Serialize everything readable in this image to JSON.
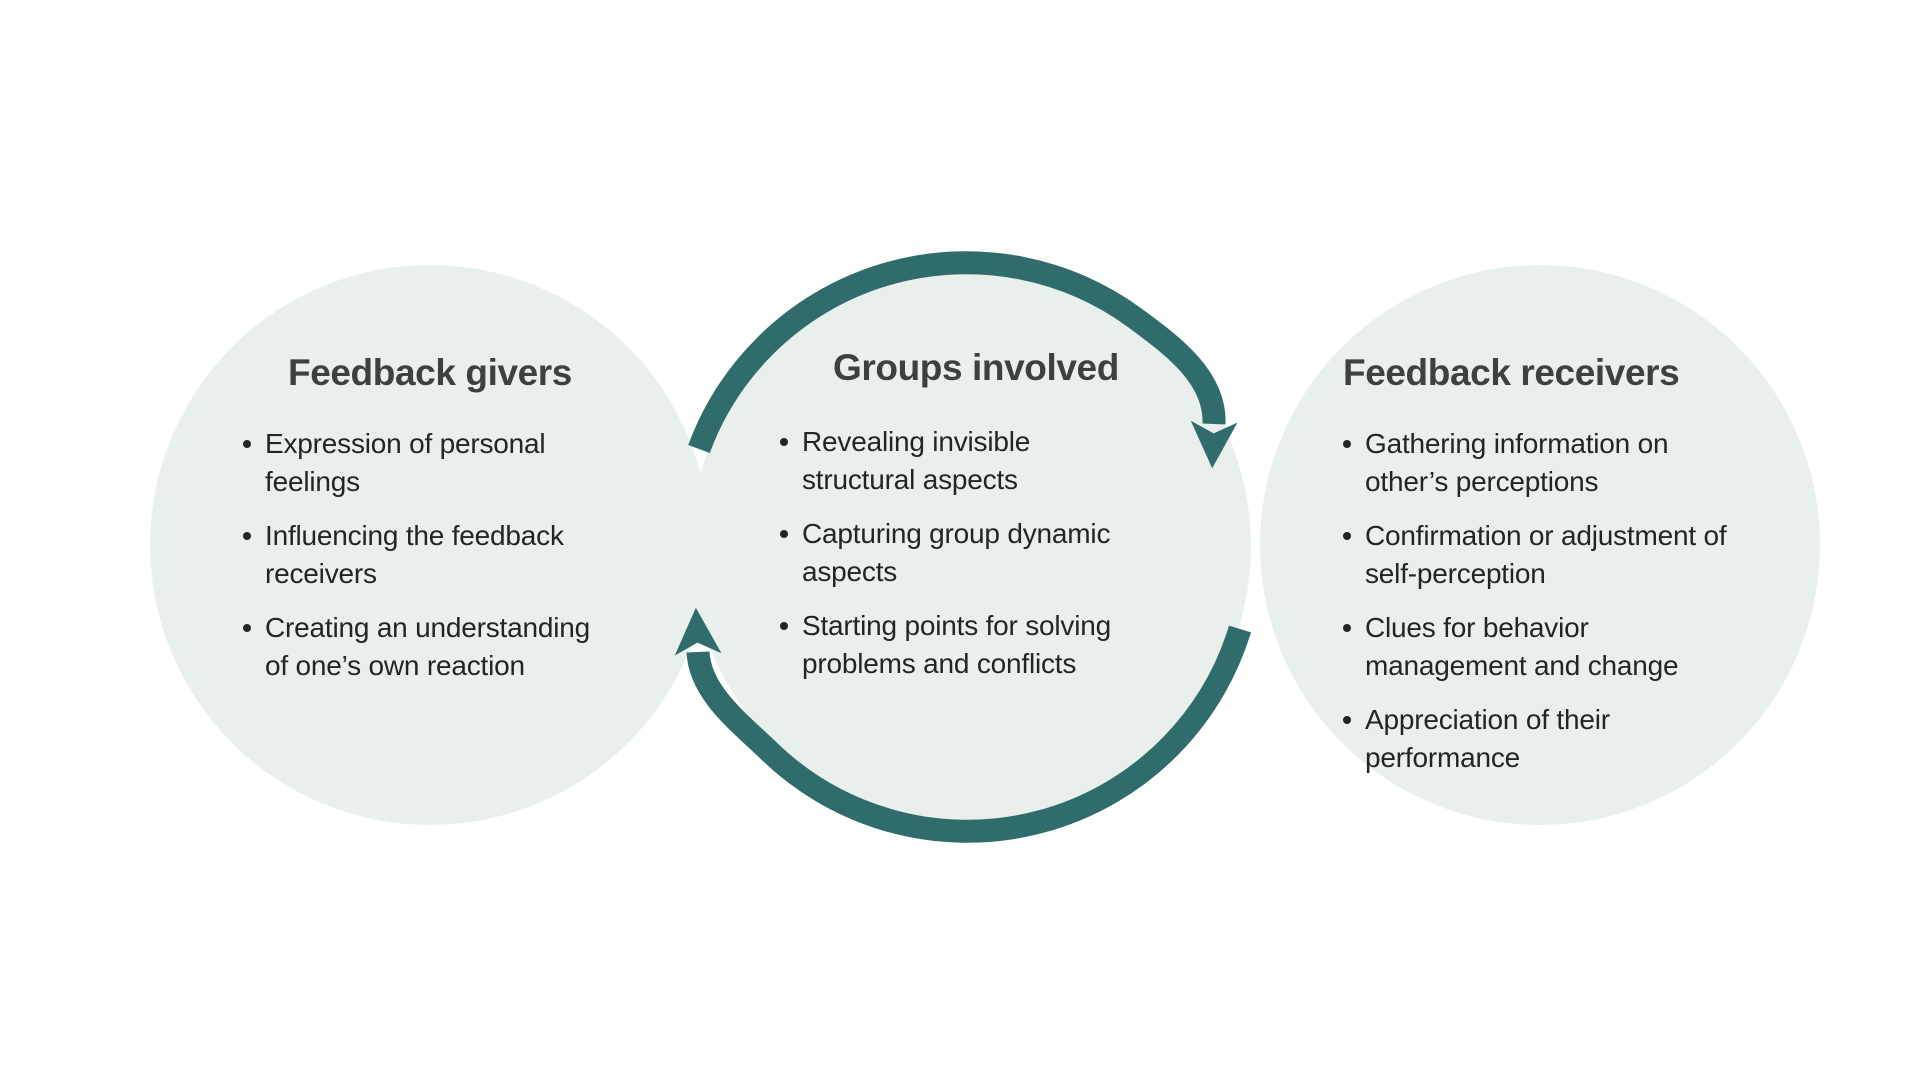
{
  "colors": {
    "background": "#ffffff",
    "teal": "#2F6C6B",
    "circle_fill": "#E9EFED",
    "title": "#3B4140",
    "text": "#212524"
  },
  "circles": [
    {
      "name": "feedback-givers",
      "title": "Feedback givers",
      "items": [
        {
          "lines": [
            "Expression of personal",
            "feelings"
          ]
        },
        {
          "lines": [
            "Influencing the feedback",
            "receivers"
          ]
        },
        {
          "lines": [
            "Creating an understanding",
            "of one’s own reaction"
          ]
        }
      ]
    },
    {
      "name": "groups-involved",
      "title": "Groups involved",
      "items": [
        {
          "lines": [
            "Revealing invisible",
            "structural aspects"
          ]
        },
        {
          "lines": [
            "Capturing group dynamic",
            "aspects"
          ]
        },
        {
          "lines": [
            "Starting points for solving",
            "problems and conflicts"
          ]
        }
      ]
    },
    {
      "name": "feedback-receivers",
      "title": "Feedback receivers",
      "items": [
        {
          "lines": [
            "Gathering information on",
            "other’s perceptions"
          ]
        },
        {
          "lines": [
            "Confirmation or adjustment of",
            "self-perception"
          ]
        },
        {
          "lines": [
            "Clues for behavior",
            "management and change"
          ]
        },
        {
          "lines": [
            "Appreciation of their",
            "performance"
          ]
        }
      ]
    }
  ],
  "arrows": [
    {
      "name": "cycle-arrow-top",
      "direction": "clockwise over the top, pointing into right circle"
    },
    {
      "name": "cycle-arrow-bottom",
      "direction": "clockwise under the bottom, pointing into left circle"
    }
  ]
}
